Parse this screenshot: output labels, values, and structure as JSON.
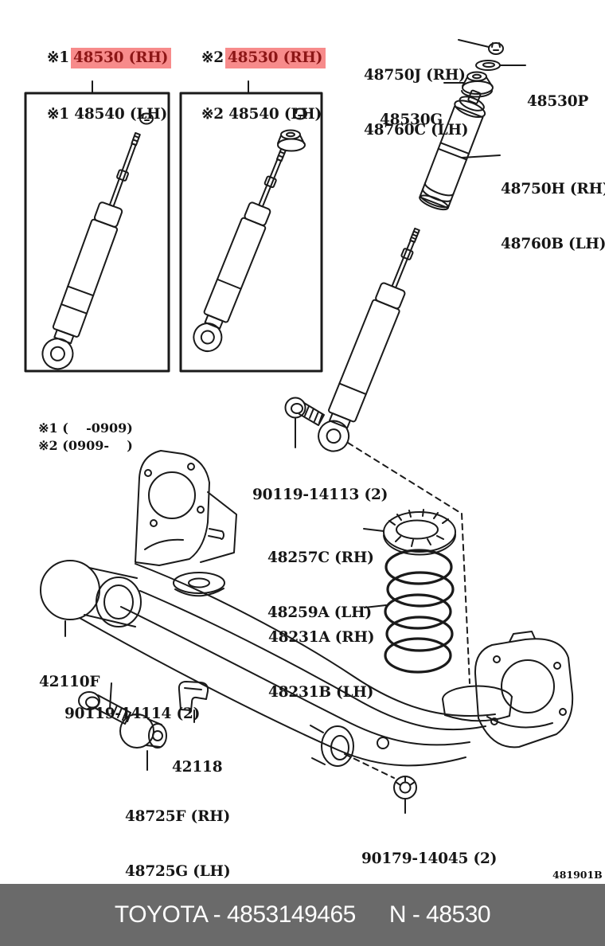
{
  "colors": {
    "ink": "#1a1a1a",
    "highlight_bg": "#f78b8b",
    "highlight_text": "#8c1616",
    "footer_bg": "#6a6a6a",
    "footer_text": "#ffffff"
  },
  "boxes": {
    "box1": {
      "line1_prefix": "※1",
      "line1": "48530 (RH)",
      "line2": "※1 48540 (LH)"
    },
    "box2": {
      "line1_prefix": "※2",
      "line1": "48530 (RH)",
      "line2": "※2 48540 (LH)"
    }
  },
  "parts": {
    "upper_nut": {
      "line1": "48750J (RH)",
      "line2": "48760C (LH)"
    },
    "washer": "48530P",
    "support": "48530G",
    "shock_cartridge": {
      "line1": "48750H (RH)",
      "line2": "48760B (LH)"
    },
    "shock_bolt": "90119-14113 (2)",
    "spring_seat": {
      "line1": "48257C (RH)",
      "line2": "48259A (LH)"
    },
    "coil_spring": {
      "line1": "48231A (RH)",
      "line2": "48231B (LH)"
    },
    "axle_beam": "42110F",
    "arm_bolt": "90119-14114 (2)",
    "clamp": "42118",
    "arm_bushing": {
      "line1": "48725F (RH)",
      "line2": "48725G (LH)"
    },
    "hub_nut": "90179-14045 (2)"
  },
  "notes": {
    "note1": "※1 (    -0909)",
    "note2": "※2 (0909-    )"
  },
  "corner_code": "481901B",
  "footer": {
    "brand_part": "TOYOTA - 4853149465",
    "number": "N - 48530"
  }
}
